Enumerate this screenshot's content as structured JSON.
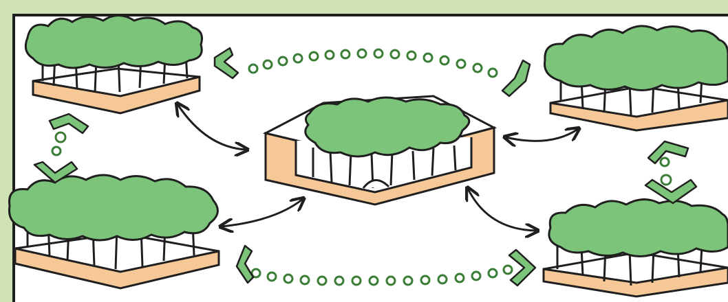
{
  "diagram": {
    "colors": {
      "background": "#cfe3b4",
      "canopy": "#7cc47a",
      "soil": "#f6c898",
      "ink": "#1f1f1f",
      "panel": "#ffffff"
    },
    "icons": [
      "forest-patch",
      "central-forest-block",
      "bidirectional-arrow",
      "dotted-corridor",
      "chevron-marker"
    ]
  }
}
